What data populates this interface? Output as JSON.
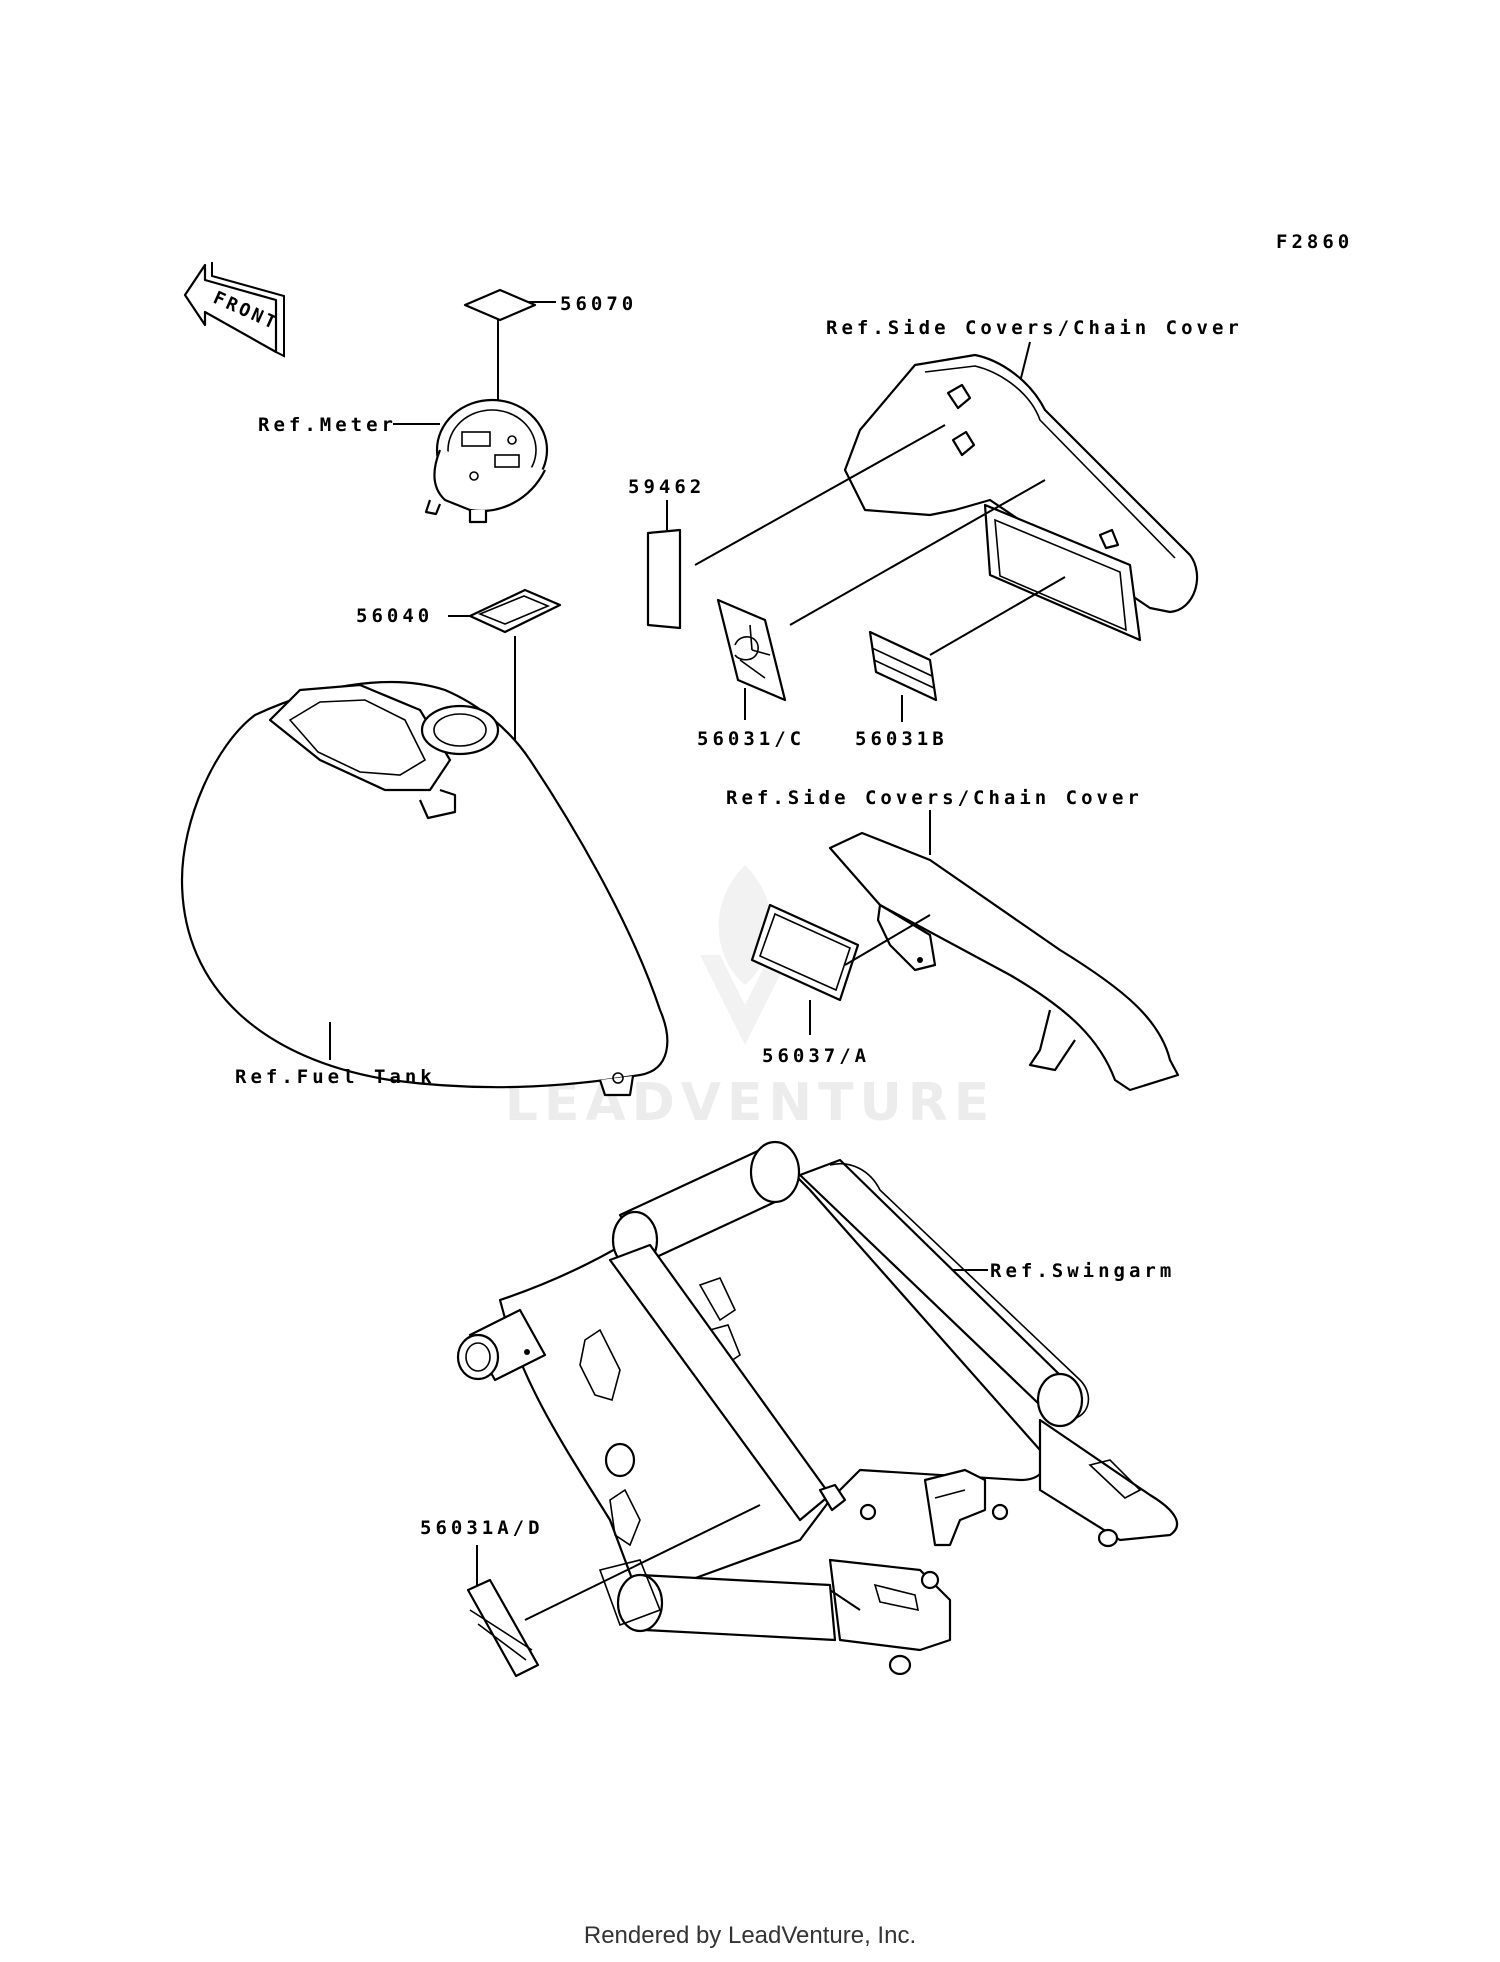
{
  "diagram": {
    "figure_code": "F2860",
    "front_arrow_label": "FRONT",
    "labels": {
      "part_56070": "56070",
      "ref_meter": "Ref.Meter",
      "part_56040": "56040",
      "ref_fuel_tank": "Ref.Fuel Tank",
      "ref_side_covers_1": "Ref.Side Covers/Chain Cover",
      "part_59462": "59462",
      "part_56031C": "56031/C",
      "part_56031B": "56031B",
      "ref_side_covers_2": "Ref.Side Covers/Chain Cover",
      "part_56037A": "56037/A",
      "ref_swingarm": "Ref.Swingarm",
      "part_56031AD": "56031A/D"
    }
  },
  "watermark": "LEADVENTURE",
  "footer": "Rendered by LeadVenture, Inc."
}
